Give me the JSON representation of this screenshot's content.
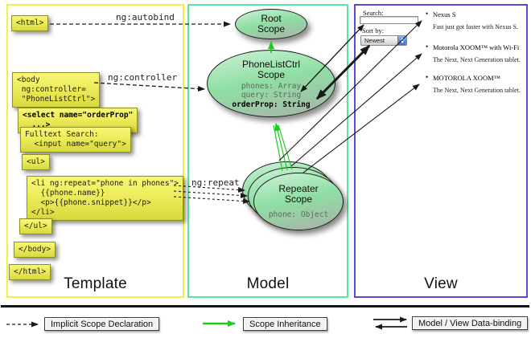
{
  "panels": {
    "template": {
      "label": "Template"
    },
    "model": {
      "label": "Model"
    },
    "view": {
      "label": "View"
    }
  },
  "template_code": {
    "html_open": "<html>",
    "body_open": "<body\n ng:controller=\n \"PhoneListCtrl\">",
    "select": "<select name=\"orderProp\"\n  ...>",
    "fulltext": "Fulltext Search:\n  <input name=\"query\">",
    "ul_open": "<ul>",
    "li_repeat": "<li ng:repeat=\"phone in phones\">\n  {{phone.name}}\n  <p>{{phone.snippet}}</p>\n</li>",
    "ul_close": "</ul>",
    "body_close": "</body>",
    "html_close": "</html>"
  },
  "arrow_labels": {
    "autobind": "ng:autobind",
    "controller": "ng:controller",
    "repeat": "ng:repeat"
  },
  "model": {
    "root_scope": {
      "title": "Root\nScope"
    },
    "phonelist_scope": {
      "title": "PhoneListCtrl\nScope",
      "props": "phones: Array\nquery: String",
      "bold_prop": "orderProp: String"
    },
    "repeater_scope": {
      "title": "Repeater\nScope",
      "prop": "phone: Object"
    }
  },
  "view": {
    "search_label": "Search:",
    "search_value": "",
    "sort_label": "Sort by:",
    "sort_value": "Newest",
    "items": [
      {
        "title": "Nexus S",
        "desc": "Fast just got faster with Nexus S."
      },
      {
        "title": "Motorola XOOM™ with Wi-Fi",
        "desc": "The Next, Next Generation tablet."
      },
      {
        "title": "MOTOROLA XOOM™",
        "desc": "The Next, Next Generation tablet."
      }
    ]
  },
  "legend": {
    "implicit": "Implicit Scope Declaration",
    "inheritance": "Scope Inheritance",
    "databinding": "Model / View Data-binding"
  },
  "colors": {
    "template_border": "#f2f23a",
    "model_border": "#55e8a2",
    "view_border": "#5a48d8",
    "codebox_fill": "#ecec5c",
    "scope_fill_top": "#cef2d8",
    "scope_fill_bottom": "#a9b2a8",
    "inheritance_arrow": "#1ecb1e",
    "declaration_arrow": "#222222"
  }
}
